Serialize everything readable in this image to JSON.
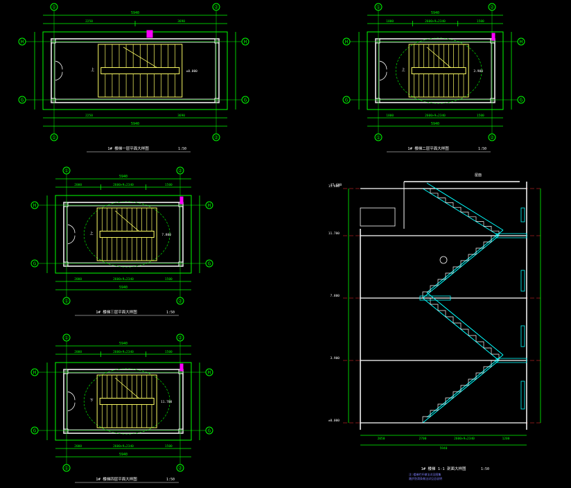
{
  "colors": {
    "background": "#000000",
    "dimension": "#00ff00",
    "wall": "#ffffff",
    "stair": "#ffff66",
    "structure": "#00ffff",
    "axis_line": "#ff3333",
    "accent": "#ff00ff",
    "note": "#8080ff"
  },
  "plans": [
    {
      "id": "plan-1",
      "caption": "1# 楼梯一层平面大样图",
      "scale": "1:50",
      "axis_left": "H",
      "axis_right": "G",
      "col_left": "①",
      "col_right": "②",
      "dim_total": "5940",
      "dim_parts": [
        "2250",
        "3690"
      ],
      "stair_label": "上",
      "elev": "±0.000"
    },
    {
      "id": "plan-2",
      "caption": "1# 楼梯二层平面大样图",
      "scale": "1:50",
      "axis_left": "H",
      "axis_right": "G",
      "col_left": "①",
      "col_right": "②",
      "dim_total": "5940",
      "dim_parts": [
        "1800",
        "2600×9=2340",
        "1500"
      ],
      "stair_label": "上",
      "elev": "3.900"
    },
    {
      "id": "plan-3",
      "caption": "1# 楼梯三层平面大样图",
      "scale": "1:50",
      "axis_left": "H",
      "axis_right": "G",
      "col_left": "①",
      "col_right": "②",
      "dim_total": "5940",
      "dim_parts": [
        "2000",
        "2600×9=2340",
        "1500"
      ],
      "stair_label": "上",
      "elev": "7.800"
    },
    {
      "id": "plan-4",
      "caption": "1# 楼梯四层平面大样图",
      "scale": "1:50",
      "axis_left": "H",
      "axis_right": "G",
      "col_left": "①",
      "col_right": "②",
      "dim_total": "5940",
      "dim_parts": [
        "2000",
        "2600×9=2340",
        "1500"
      ],
      "stair_label": "下",
      "elev": "11.700"
    }
  ],
  "section": {
    "caption": "1# 楼梯 1-1 剖面大样图",
    "scale": "1:50",
    "note_line1": "注:楼梯栏杆做法详见图集",
    "note_line2": "踏步防滑条做法详见总说明",
    "levels": [
      "15.600",
      "11.700",
      "7.800",
      "3.900",
      "±0.000"
    ],
    "bottom_dims": [
      "2050",
      "2700",
      "2600×9=2340",
      "1200"
    ],
    "bottom_total": "5940",
    "roof_label": "屋面",
    "top_level": "15.600"
  }
}
